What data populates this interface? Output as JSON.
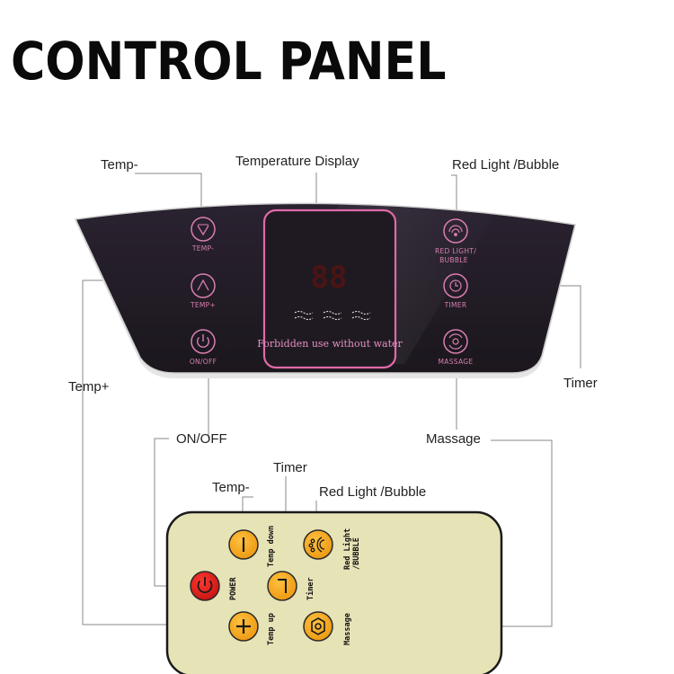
{
  "title": "CONTROL PANEL",
  "callouts": {
    "temp_minus": "Temp-",
    "temperature_display": "Temperature Display",
    "red_light_bubble": "Red Light /Bubble",
    "temp_plus": "Temp+",
    "timer": "Timer",
    "on_off": "ON/OFF",
    "massage": "Massage",
    "remote_temp_minus": "Temp-",
    "remote_timer": "Timer",
    "remote_red_light_bubble": "Red Light /Bubble"
  },
  "panel": {
    "buttons": {
      "temp_down": "TEMP-",
      "temp_up": "TEMP+",
      "on_off": "ON/OFF",
      "red_light_line1": "RED LIGHT/",
      "red_light_line2": "BUBBLE",
      "timer": "TIMER",
      "massage": "MASSAGE"
    },
    "display": {
      "digits": "88",
      "warning": "Forbidden  use without water"
    }
  },
  "remote": {
    "labels": {
      "temp_down": "Temp down",
      "red_light_line1": "Red Light",
      "red_light_line2": "/BUBBLE",
      "power": "POWER",
      "timer": "Timer",
      "temp_up": "Temp up",
      "massage": "Massage"
    }
  },
  "colors": {
    "panel_background": "#231d26",
    "panel_accent": "#d97fb0",
    "remote_body": "#e6e3b7",
    "remote_button": "#f1a520",
    "power_button": "#e01d22"
  }
}
